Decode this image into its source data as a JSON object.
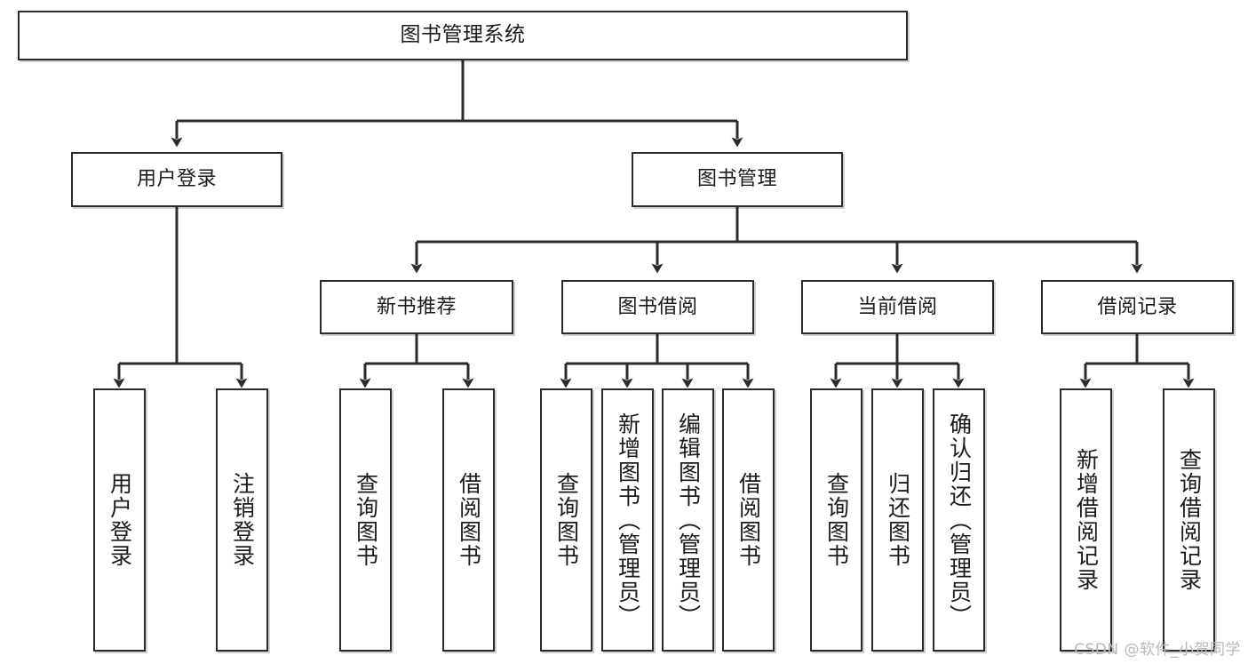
{
  "diagram": {
    "title": "图书管理系统",
    "watermark": "CSDN @软件_小贺同学",
    "stroke_color": "#2b2b2b",
    "background_color": "#ffffff",
    "text_color": "#1b1b1b",
    "watermark_color": "#b9b9b9",
    "levels": {
      "root": "图书管理系统",
      "level2": [
        "用户登录",
        "图书管理"
      ],
      "level3": [
        "新书推荐",
        "图书借阅",
        "当前借阅",
        "借阅记录"
      ],
      "leaves": [
        "用户登录",
        "注销登录",
        "查询图书",
        "借阅图书",
        "查询图书",
        "新增图书（管理员）",
        "编辑图书（管理员）",
        "借阅图书",
        "查询图书",
        "归还图书",
        "确认归还（管理员）",
        "新增借阅记录",
        "查询借阅记录"
      ]
    },
    "nodes": {
      "root": {
        "label": "图书管理系统"
      },
      "user_login": {
        "label": "用户登录"
      },
      "book_manage": {
        "label": "图书管理"
      },
      "new_book_rec": {
        "label": "新书推荐"
      },
      "book_borrow": {
        "label": "图书借阅"
      },
      "current_borrow": {
        "label": "当前借阅"
      },
      "borrow_record": {
        "label": "借阅记录"
      },
      "leaf_user_login": {
        "label": "用户登录"
      },
      "leaf_logout": {
        "label": "注销登录"
      },
      "leaf_query_book_1": {
        "label": "查询图书"
      },
      "leaf_borrow_book_1": {
        "label": "借阅图书"
      },
      "leaf_query_book_2": {
        "label": "查询图书"
      },
      "leaf_add_book": {
        "label": "新增图书（管理员）"
      },
      "leaf_edit_book": {
        "label": "编辑图书（管理员）"
      },
      "leaf_borrow_book_2": {
        "label": "借阅图书"
      },
      "leaf_query_book_3": {
        "label": "查询图书"
      },
      "leaf_return_book": {
        "label": "归还图书"
      },
      "leaf_confirm_return": {
        "label": "确认归还（管理员）"
      },
      "leaf_add_record": {
        "label": "新增借阅记录"
      },
      "leaf_query_record": {
        "label": "查询借阅记录"
      }
    }
  }
}
